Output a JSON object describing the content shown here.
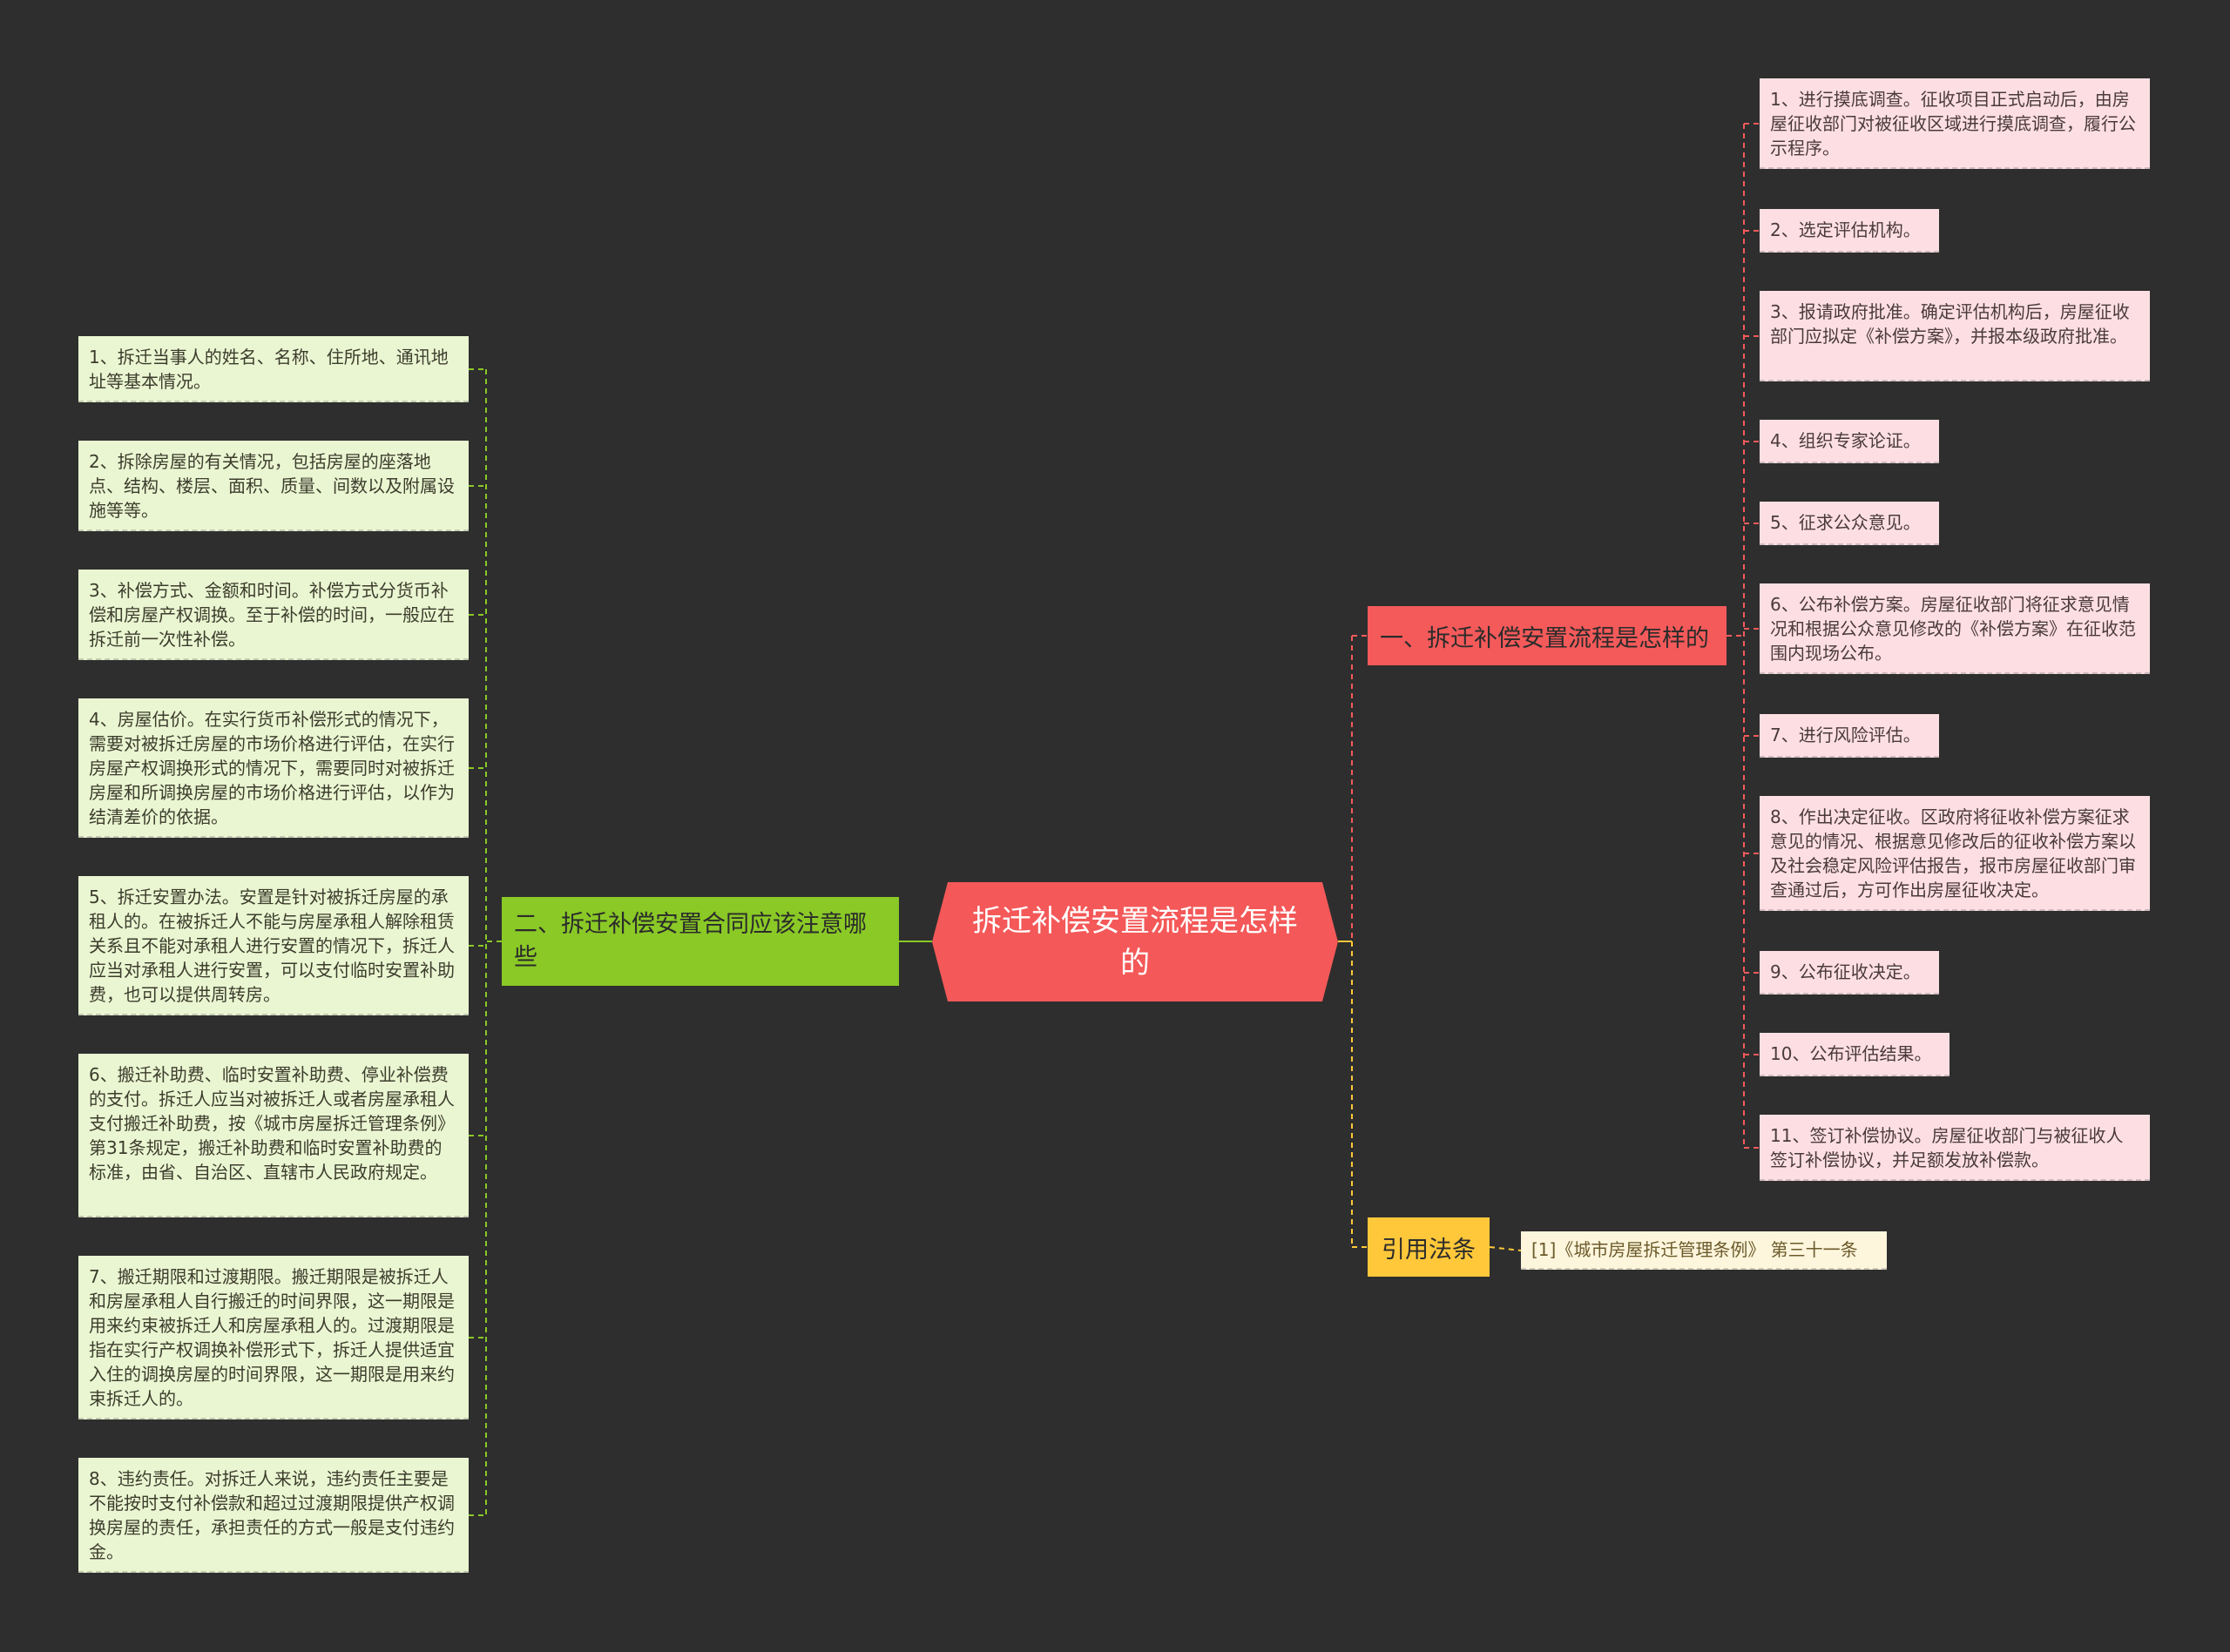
{
  "center": {
    "title": "拆迁补偿安置流程是怎样的"
  },
  "branches": {
    "right_process": {
      "label": "一、拆迁补偿安置流程是怎样的",
      "items": [
        "1、进行摸底调查。征收项目正式启动后，由房屋征收部门对被征收区域进行摸底调查，履行公示程序。",
        "2、选定评估机构。",
        "3、报请政府批准。确定评估机构后，房屋征收部门应拟定《补偿方案》，并报本级政府批准。",
        "4、组织专家论证。",
        "5、征求公众意见。",
        "6、公布补偿方案。房屋征收部门将征求意见情况和根据公众意见修改的《补偿方案》在征收范围内现场公布。",
        "7、进行风险评估。",
        "8、作出决定征收。区政府将征收补偿方案征求意见的情况、根据意见修改后的征收补偿方案以及社会稳定风险评估报告，报市房屋征收部门审查通过后，方可作出房屋征收决定。",
        "9、公布征收决定。",
        "10、公布评估结果。",
        "11、签订补偿协议。房屋征收部门与被征收人签订补偿协议，并足额发放补偿款。"
      ]
    },
    "left_contract": {
      "label": "二、拆迁补偿安置合同应该注意哪些",
      "items": [
        "1、拆迁当事人的姓名、名称、住所地、通讯地址等基本情况。",
        "2、拆除房屋的有关情况，包括房屋的座落地点、结构、楼层、面积、质量、间数以及附属设施等等。",
        "3、补偿方式、金额和时间。补偿方式分货币补偿和房屋产权调换。至于补偿的时间，一般应在拆迁前一次性补偿。",
        "4、房屋估价。在实行货币补偿形式的情况下，需要对被拆迁房屋的市场价格进行评估，在实行房屋产权调换形式的情况下，需要同时对被拆迁房屋和所调换房屋的市场价格进行评估，以作为结清差价的依据。",
        "5、拆迁安置办法。安置是针对被拆迁房屋的承租人的。在被拆迁人不能与房屋承租人解除租赁关系且不能对承租人进行安置的情况下，拆迁人应当对承租人进行安置，可以支付临时安置补助费，也可以提供周转房。",
        "6、搬迁补助费、临时安置补助费、停业补偿费的支付。拆迁人应当对被拆迁人或者房屋承租人支付搬迁补助费，按《城市房屋拆迁管理条例》第31条规定，搬迁补助费和临时安置补助费的标准，由省、自治区、直辖市人民政府规定。",
        "7、搬迁期限和过渡期限。搬迁期限是被拆迁人和房屋承租人自行搬迁的时间界限，这一期限是用来约束被拆迁人和房屋承租人的。过渡期限是指在实行产权调换补偿形式下，拆迁人提供适宜入住的调换房屋的时间界限，这一期限是用来约束拆迁人的。",
        "8、违约责任。对拆迁人来说，违约责任主要是不能按时支付补偿款和超过过渡期限提供产权调换房屋的责任，承担责任的方式一般是支付违约金。"
      ]
    },
    "law": {
      "label": "引用法条",
      "items": [
        "[1]《城市房屋拆迁管理条例》 第三十一条"
      ]
    }
  },
  "colors": {
    "background": "#2e2e2e",
    "center": "#f45858",
    "branch_red": "#f45a5a",
    "branch_green": "#8ac926",
    "branch_yellow": "#ffc83a",
    "leaf_pink": "#fddfe3",
    "leaf_green": "#eaf6d2",
    "leaf_cream": "#fdf5dc"
  }
}
